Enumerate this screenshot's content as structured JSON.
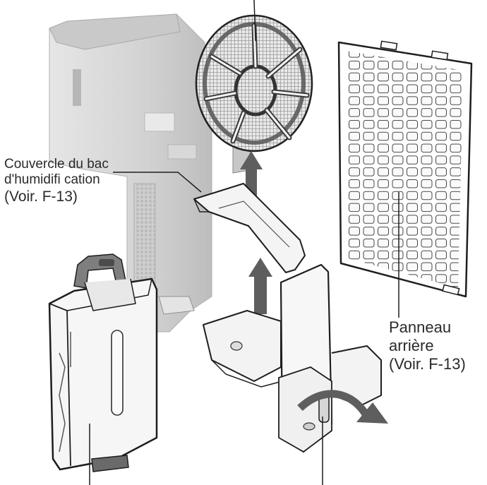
{
  "labels": {
    "humidifier_cover": {
      "line1": "Couvercle du bac",
      "line2": "d'humidifi cation",
      "ref": "(Voir. F-13)"
    },
    "back_panel": {
      "line1": "Panneau",
      "line2": "arrière",
      "ref": "(Voir. F-13)"
    }
  },
  "colors": {
    "line": "#1e1e1e",
    "arrow": "#5a5a5a",
    "part_fill": "#f6f6f6",
    "housing_fill": "#dcdcdc"
  }
}
